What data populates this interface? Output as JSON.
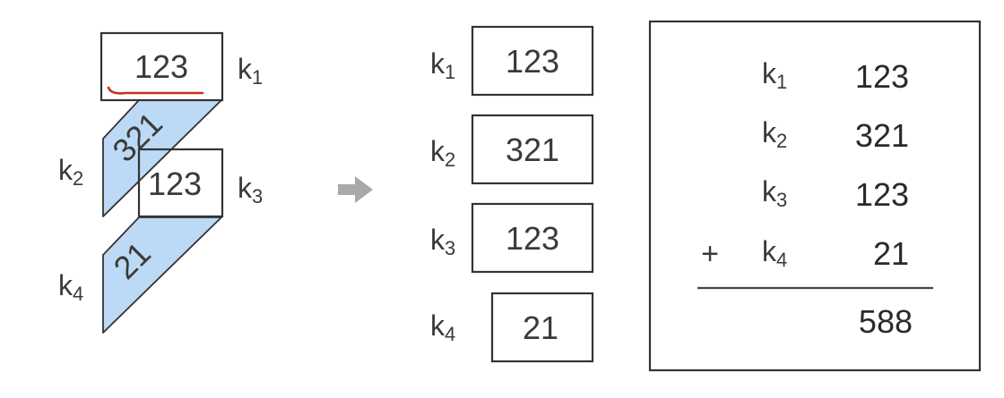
{
  "folding": {
    "top_value": "123",
    "strip1_value": "321",
    "middle_value": "123",
    "strip2_value": "21",
    "labels": [
      {
        "main": "k",
        "sub": "1"
      },
      {
        "main": "k",
        "sub": "2"
      },
      {
        "main": "k",
        "sub": "3"
      },
      {
        "main": "k",
        "sub": "4"
      }
    ]
  },
  "arrow": {
    "icon": "right-arrow-icon",
    "color": "#a9a9a9"
  },
  "segments": [
    {
      "label": "k",
      "sub": "1",
      "value": "123"
    },
    {
      "label": "k",
      "sub": "2",
      "value": "321"
    },
    {
      "label": "k",
      "sub": "3",
      "value": "123"
    },
    {
      "label": "k",
      "sub": "4",
      "value": "21"
    }
  ],
  "summation": {
    "rows": [
      {
        "label": "k",
        "sub": "1",
        "value": "123"
      },
      {
        "label": "k",
        "sub": "2",
        "value": "321"
      },
      {
        "label": "k",
        "sub": "3",
        "value": "123"
      },
      {
        "label": "k",
        "sub": "4",
        "value": "21"
      }
    ],
    "operator": "+",
    "total": "588"
  },
  "colors": {
    "strip_fill": "#bcd9f5",
    "underline_mark": "#c8301e"
  }
}
